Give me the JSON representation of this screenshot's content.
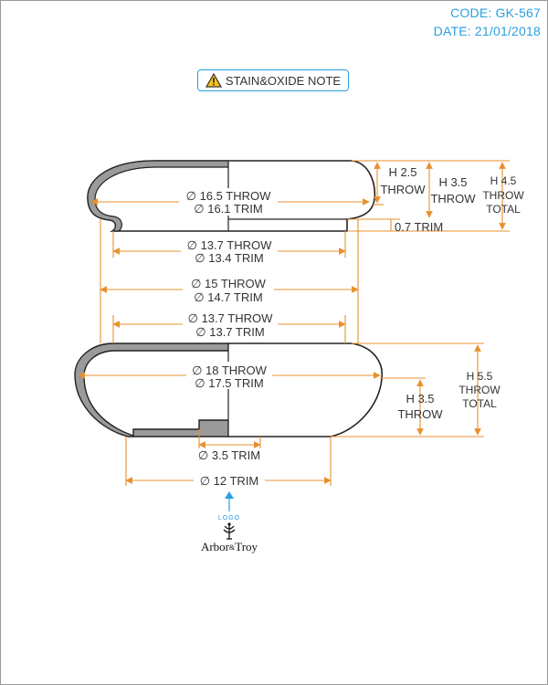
{
  "header": {
    "code": "CODE: GK-567",
    "date": "DATE: 21/01/2018"
  },
  "note": {
    "label": "STAIN&OXIDE NOTE",
    "icon": "warning-triangle-icon"
  },
  "colors": {
    "accent": "#2a9fe0",
    "dimension": "#e8902e",
    "shade": "#9a9a9a"
  },
  "top_shade": {
    "throw_diameter": "∅ 16.5 THROW",
    "trim_diameter": "∅ 16.1 TRIM",
    "bottom_throw_diameter": "∅ 13.7 THROW",
    "bottom_trim_diameter": "∅ 13.4 TRIM",
    "h_throw_top": "H 2.5",
    "h_throw_bottom": "THROW",
    "h2_top": "H 3.5",
    "h2_bottom": "THROW",
    "h_total_1": "H 4.5",
    "h_total_2": "THROW",
    "h_total_3": "TOTAL",
    "trim_height": "0.7 TRIM"
  },
  "middle": {
    "throw_diameter": "∅ 15 THROW",
    "trim_diameter": "∅ 14.7 TRIM",
    "throw_diameter_2": "∅ 13.7 THROW",
    "trim_diameter_2": "∅ 13.7 TRIM"
  },
  "bottom_shade": {
    "throw_diameter": "∅ 18 THROW",
    "trim_diameter": "∅ 17.5 TRIM",
    "h_throw_top": "H 3.5",
    "h_throw_bottom": "THROW",
    "h_total_1": "H 5.5",
    "h_total_2": "THROW",
    "h_total_3": "TOTAL",
    "small_trim": "∅ 3.5 TRIM",
    "base_trim": "∅ 12 TRIM"
  },
  "logo": {
    "caption": "LOGO",
    "brand_left": "Arbor",
    "brand_amp": "&",
    "brand_right": "Troy"
  }
}
